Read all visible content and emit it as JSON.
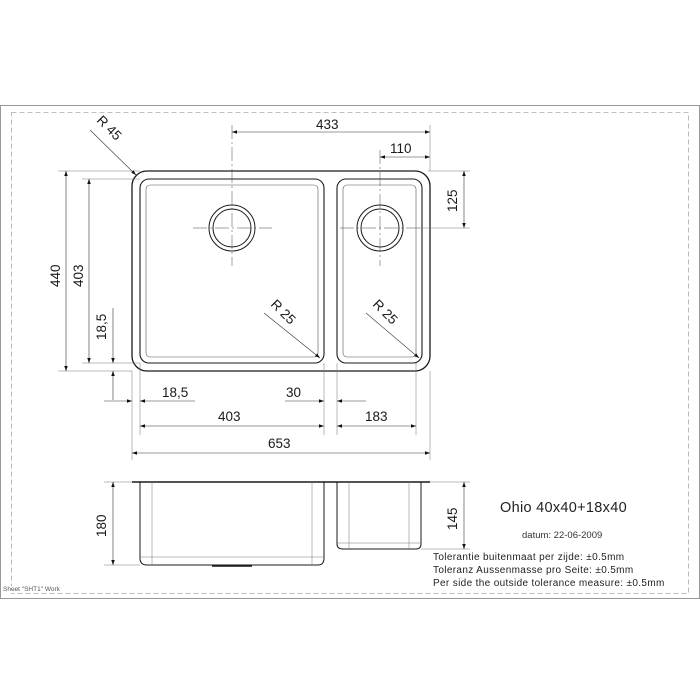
{
  "drawing": {
    "title": "Ohio 40x40+18x40",
    "date": "datum: 22-06-2009",
    "tolerances": [
      "Tolerantie buitenmaat per zijde: ±0.5mm",
      "Toleranz Aussenmasse pro Seite: ±0.5mm",
      "Per side the outside tolerance measure: ±0.5mm"
    ],
    "sheet_label": "Sheet \"SHT1\" Work"
  },
  "dimensions": {
    "overall_width": "653",
    "overall_depth": "440",
    "bowl_depth_inner": "403",
    "main_bowl_width": "403",
    "small_bowl_width": "183",
    "drain_offset": "433",
    "small_drain_x": "110",
    "small_drain_y": "125",
    "rim_left": "18,5",
    "rim_bottom": "18,5",
    "divider": "30",
    "corner_radius_outer": "R 45",
    "corner_radius_main": "R 25",
    "corner_radius_small": "R 25",
    "height_main": "180",
    "height_small": "145"
  },
  "colors": {
    "line": "#1a1a1a",
    "dim_line": "#555555",
    "frame": "#999999",
    "dashed": "#aaaaaa"
  }
}
